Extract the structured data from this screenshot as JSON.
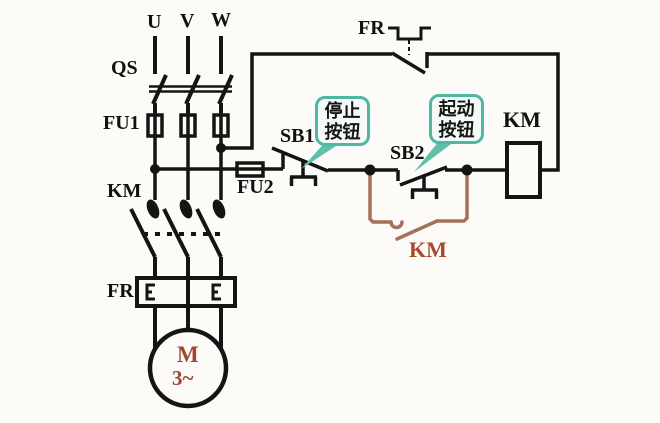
{
  "title": "motor-starter-control-circuit-diagram",
  "colors": {
    "wire": "#141414",
    "aux_wire": "#a5715a",
    "aux_label": "#a8492c",
    "motor_label": "#9e4632",
    "callout_border": "#4fb8a2",
    "callout_fill": "#f4faf7",
    "background": "#fcfbf8"
  },
  "labels": {
    "phase_u": "U",
    "phase_v": "V",
    "phase_w": "W",
    "qs": "QS",
    "fu1": "FU1",
    "km_main": "KM",
    "fr_main": "FR",
    "fu2": "FU2",
    "sb1": "SB1",
    "sb2": "SB2",
    "fr_contact": "FR",
    "km_coil": "KM",
    "km_aux": "KM",
    "motor_m": "M",
    "motor_3ph": "3~"
  },
  "callouts": {
    "stop": {
      "line1": "停止",
      "line2": "按钮"
    },
    "start": {
      "line1": "起动",
      "line2": "按钮"
    }
  },
  "components": {
    "qs": "three-pole disconnect switch",
    "fu1": "main circuit fuses",
    "fu2": "control circuit fuse",
    "km_main_contacts": "contactor main contacts",
    "fr_heater": "thermal overload relay element",
    "fr_nc_contact": "thermal overload NC contact",
    "sb1": "stop pushbutton (NC)",
    "sb2": "start pushbutton (NO)",
    "km_aux_contact": "contactor self-locking auxiliary contact",
    "km_coil": "contactor coil",
    "motor": "three-phase motor"
  }
}
